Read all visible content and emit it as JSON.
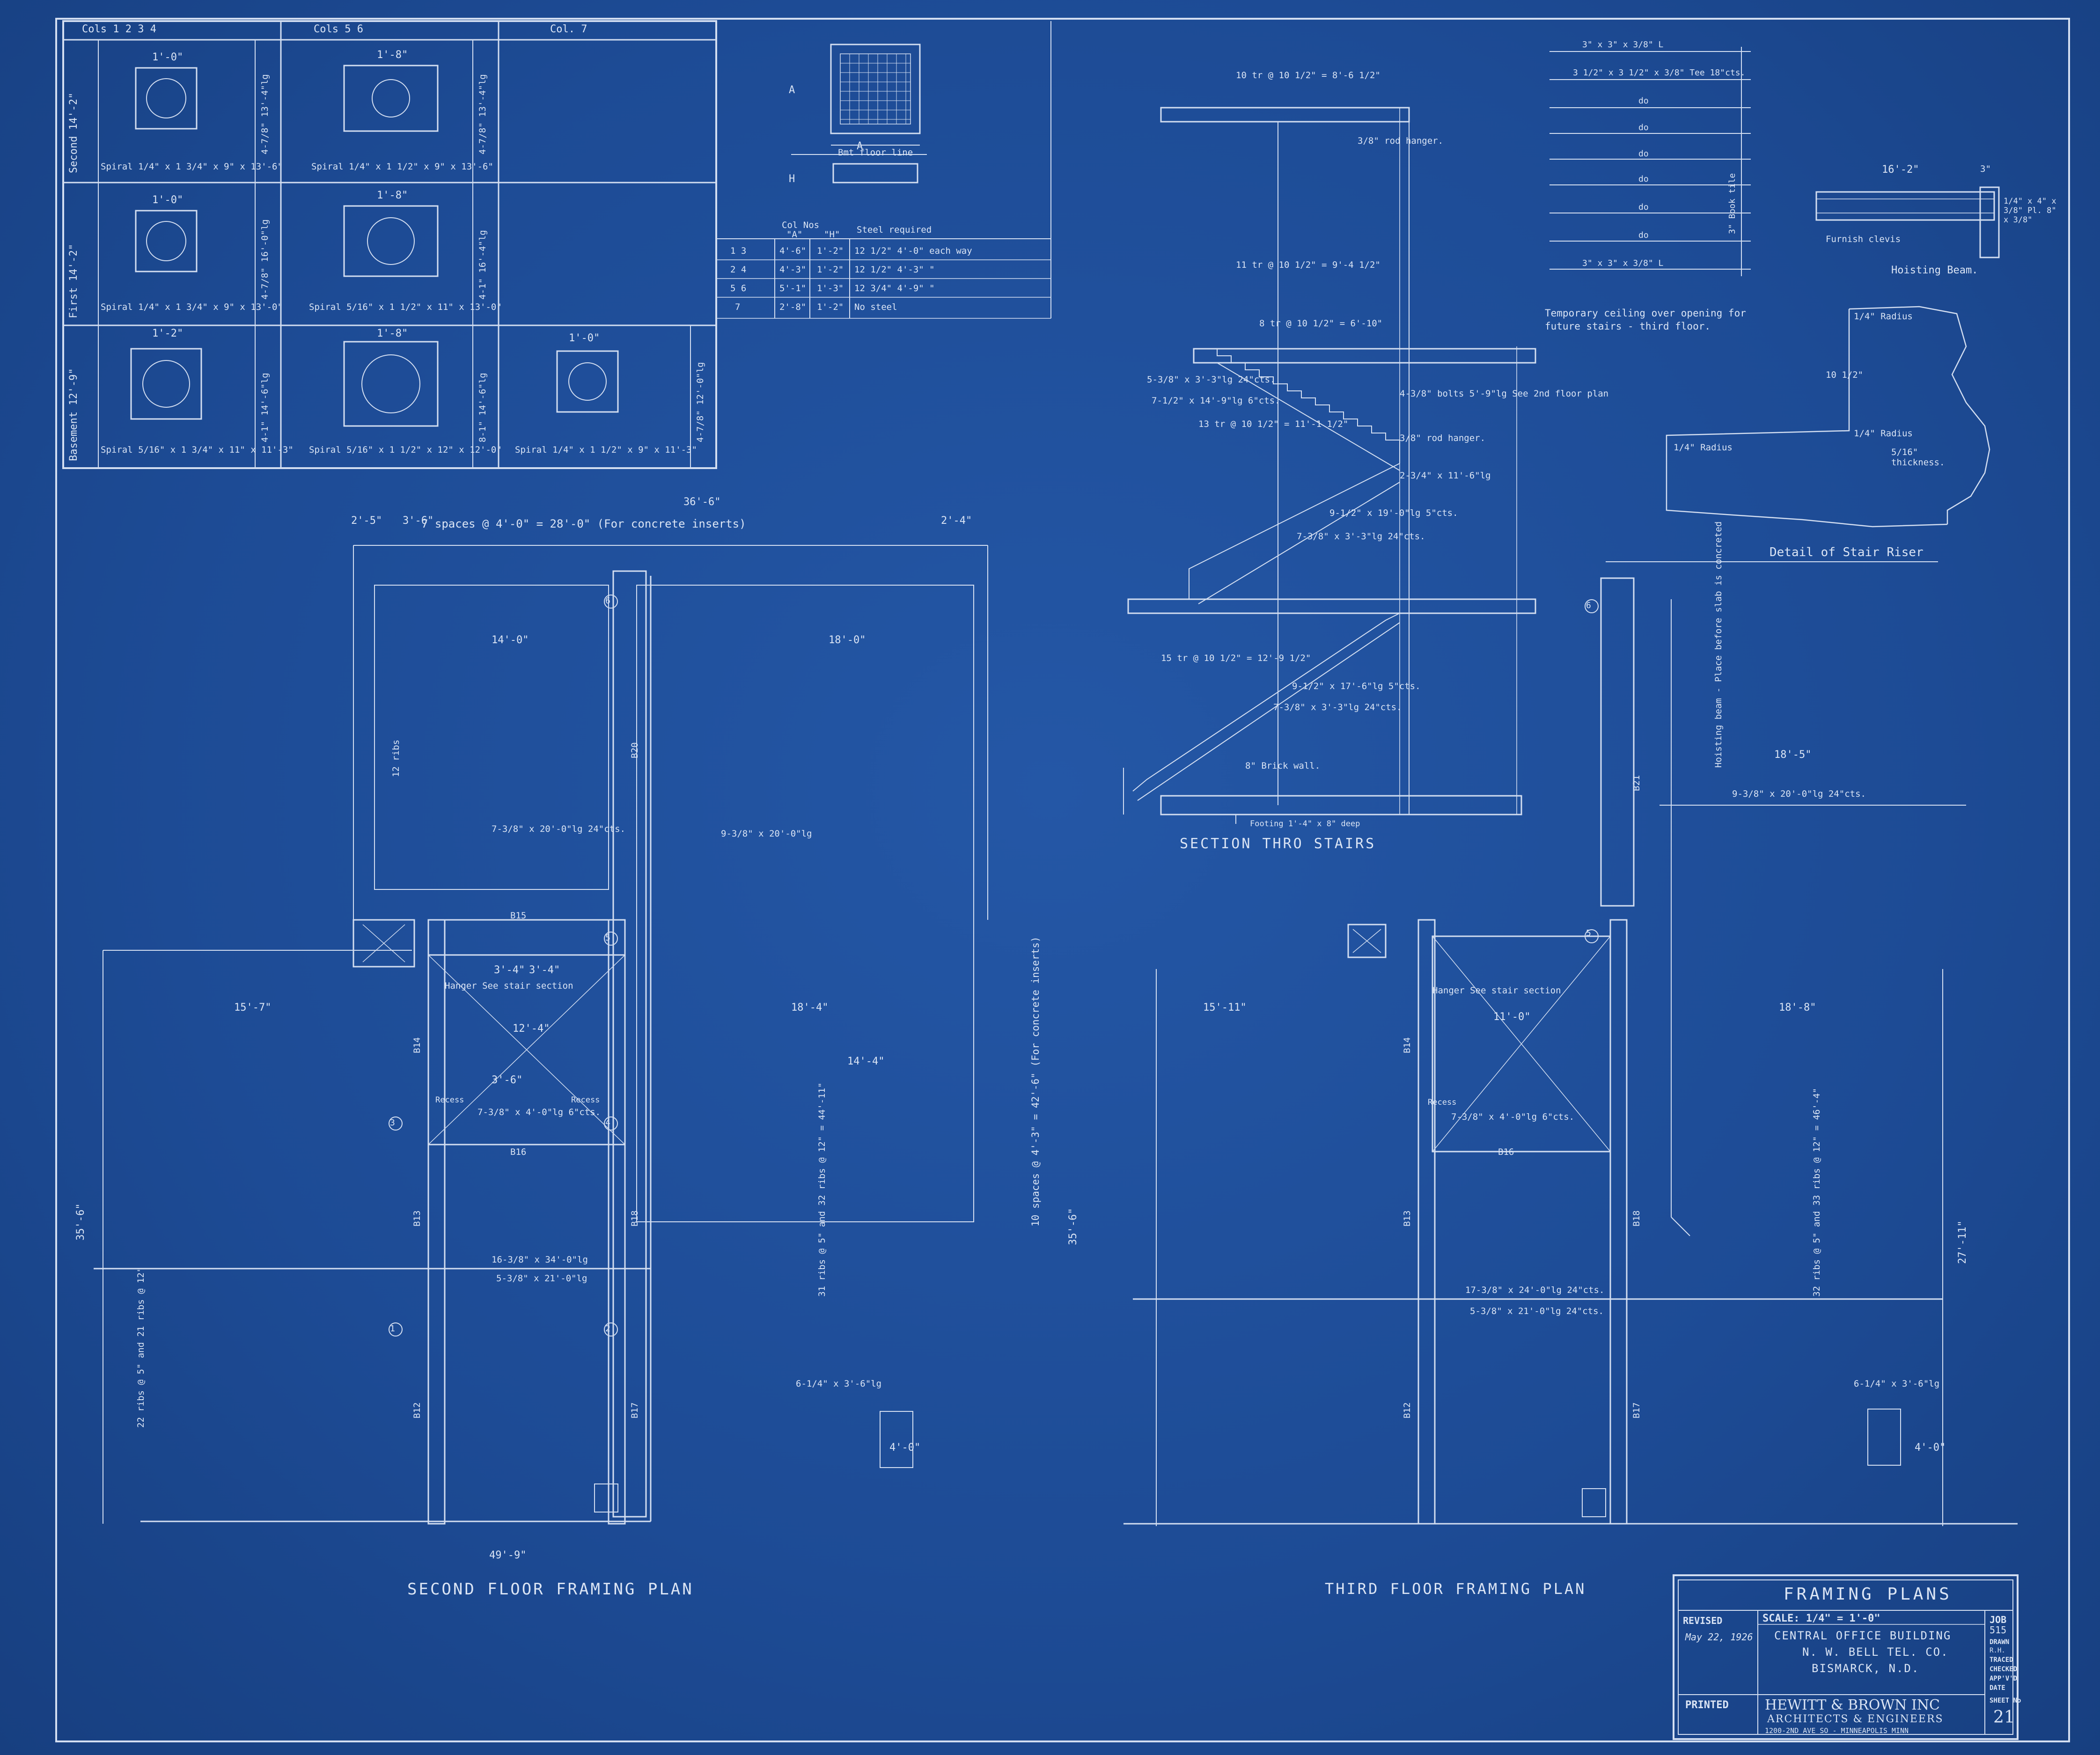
{
  "column_schedule": {
    "headers": [
      "Cols 1 2 3 4",
      "Cols 5 6",
      "Col. 7"
    ],
    "rows": [
      {
        "floor": "Second 14'-2\"",
        "c1_size": "1'-0\"",
        "c1_spiral": "Spiral 1/4\" x 1 3/4\" x 9\" x 13'-6\"",
        "c1_bars": "4-7/8\" 13'-4\"lg",
        "c2_size": "1'-8\"",
        "c2_spiral": "Spiral 1/4\" x 1 1/2\" x 9\" x 13'-6\"",
        "c2_bars": "4-7/8\" 13'-4\"lg"
      },
      {
        "floor": "First 14'-2\"",
        "c1_size": "1'-0\"",
        "c1_spiral": "Spiral 1/4\" x 1 3/4\" x 9\" x 13'-0\"",
        "c1_bars": "4-7/8\" 16'-0\"lg",
        "c2_size": "1'-8\"",
        "c2_spiral": "Spiral 5/16\" x 1 1/2\" x 11\" x 13'-0\"",
        "c2_bars": "4-1\" 16'-4\"lg"
      },
      {
        "floor": "Basement 12'-9\"",
        "c1_size": "1'-2\"",
        "c1_spiral": "Spiral 5/16\" x 1 3/4\" x 11\" x 11'-3\"",
        "c1_bars": "4-1\" 14'-6\"lg",
        "c2_size": "1'-8\"",
        "c2_spiral": "Spiral 5/16\" x 1 1/2\" x 12\" x 12'-0\"",
        "c2_bars": "8-1\" 14'-6\"lg",
        "c3_size": "1'-0\"",
        "c3_spiral": "Spiral 1/4\" x 1 1/2\" x 9\" x 11'-3\"",
        "c3_bars": "4-7/8\" 12'-0\"lg"
      }
    ]
  },
  "footing_table": {
    "detail_label": "Bmt floor line",
    "dim_a": "A",
    "dim_h": "H",
    "headers": [
      "Col Nos",
      "\"A\"",
      "\"H\"",
      "Steel required"
    ],
    "rows": [
      [
        "1 3",
        "4'-6\"",
        "1'-2\"",
        "12 1/2\" 4'-0\" each way"
      ],
      [
        "2 4",
        "4'-3\"",
        "1'-2\"",
        "12 1/2\" 4'-3\" \""
      ],
      [
        "5 6",
        "5'-1\"",
        "1'-3\"",
        "12 3/4\" 4'-9\" \""
      ],
      [
        "7",
        "2'-8\"",
        "1'-2\"",
        "No steel"
      ]
    ]
  },
  "stair_section": {
    "title": "SECTION THRO STAIRS",
    "notes": [
      "10 tr @ 10 1/2\" = 8'-6 1/2\"",
      "3/8\" rod hanger.",
      "11 tr @ 10 1/2\" = 9'-4 1/2\"",
      "8 tr @ 10 1/2\" = 6'-10\"",
      "5-3/8\" x 3'-3\"lg 24\"cts.",
      "7-1/2\" x 14'-9\"lg 6\"cts.",
      "13 tr @ 10 1/2\" = 11'-1 1/2\"",
      "4-3/8\" bolts 5'-9\"lg See 2nd floor plan",
      "3/8\" rod hanger.",
      "2-3/4\" x 11'-6\"lg",
      "9-1/2\" x 19'-0\"lg 5\"cts.",
      "7-3/8\" x 3'-3\"lg 24\"cts.",
      "15 tr @ 10 1/2\" = 12'-9 1/2\"",
      "9-1/2\" x 17'-6\"lg 5\"cts.",
      "7-3/8\" x 3'-3\"lg 24\"cts.",
      "8\" Brick wall.",
      "Footing 1'-4\" x 8\" deep"
    ]
  },
  "tee_schedule": {
    "rows": [
      "3\" x 3\" x 3/8\" L",
      "3 1/2\" x 3 1/2\" x 3/8\" Tee 18\"cts.",
      "do",
      "do",
      "do",
      "do",
      "do",
      "do",
      "3\" x 3\" x 3/8\" L"
    ],
    "side_label": "3\" Book tile",
    "note": "Temporary ceiling over opening for future stairs - third floor."
  },
  "hoisting_beam": {
    "title": "Hoisting Beam.",
    "span": "16'-2\"",
    "notes": [
      "Furnish clevis",
      "3\"",
      "1/4\" x 4\" x 3/8\" Pl. 8\" x 3/8\""
    ]
  },
  "stair_riser": {
    "title": "Detail of Stair Riser",
    "notes": [
      "1/4\" Radius",
      "10 1/2\"",
      "1/4\" Radius",
      "1/4\" Radius",
      "5/16\" thickness."
    ]
  },
  "second_floor_plan": {
    "title": "SECOND FLOOR FRAMING PLAN",
    "overall_width": "36'-6\"",
    "spaces_note": "7 spaces @ 4'-0\" = 28'-0\" (For concrete inserts)",
    "bottom_dim": "49'-9\"",
    "left_dim": "35'-6\"",
    "dims": [
      "2'-5\"",
      "3'-6\"",
      "2'-4\"",
      "14'-0\"",
      "18'-0\"",
      "15'-7\"",
      "18'-4\"",
      "14'-4\"",
      "12'-4\"",
      "3'-6\"",
      "3'-4\"",
      "3'-4\"",
      "4'-0\""
    ],
    "notes": [
      "Hanger See stair section",
      "7-3/8\" x 4'-0\"lg 6\"cts.",
      "7-3/8\" x 20'-0\"lg 24\"cts.",
      "9-3/8\" x 20'-0\"lg",
      "16-3/8\" x 34'-0\"lg",
      "5-3/8\" x 21'-0\"lg",
      "12 ribs",
      "22 ribs @ 5\" and 21 ribs @ 12\"",
      "31 ribs @ 5\" and 32 ribs @ 12\" = 44'-11\"",
      "10 spaces @ 4'-3\" = 42'-6\" (For concrete inserts)",
      "6-1/4\" x 3'-6\"lg",
      "Recess",
      "B15",
      "B16",
      "B12",
      "B13",
      "B14",
      "B17",
      "B18",
      "B20"
    ],
    "columns": [
      "1",
      "2",
      "3",
      "4",
      "5",
      "6"
    ]
  },
  "third_floor_plan": {
    "title": "THIRD FLOOR FRAMING PLAN",
    "dims": [
      "15'-11\"",
      "11'-0\"",
      "18'-5\"",
      "18'-8\"",
      "35'-6\"",
      "27'-11\"",
      "4'-0\""
    ],
    "notes": [
      "Hanger See stair section",
      "7-3/8\" x 4'-0\"lg 6\"cts.",
      "9-3/8\" x 20'-0\"lg 24\"cts.",
      "17-3/8\" x 24'-0\"lg 24\"cts.",
      "5-3/8\" x 21'-0\"lg 24\"cts.",
      "Hoisting beam - Place before slab is concreted",
      "32 ribs @ 5\" and 33 ribs @ 12\" = 46'-4\"",
      "6-1/4\" x 3'-6\"lg",
      "Recess",
      "B16",
      "B12",
      "B13",
      "B14",
      "B17",
      "B18",
      "B21"
    ],
    "columns": [
      "5",
      "6"
    ]
  },
  "title_block": {
    "title": "FRAMING PLANS",
    "revised_label": "REVISED",
    "revised_date": "May 22, 1926",
    "scale": "SCALE: 1/4\" = 1'-0\"",
    "project_lines": [
      "CENTRAL OFFICE BUILDING",
      "N. W. BELL TEL. CO.",
      "BISMARCK, N.D."
    ],
    "firm": "HEWITT & BROWN INC",
    "firm_sub": "ARCHITECTS & ENGINEERS",
    "firm_addr": "1200-2ND AVE SO - MINNEAPOLIS MINN",
    "printed_label": "PRINTED",
    "job_label": "JOB",
    "job": "515",
    "drawn_label": "DRAWN",
    "drawn": "R.H.",
    "traced_label": "TRACED",
    "checked_label": "CHECKED",
    "approved_label": "APP'V'D",
    "date_label": "DATE",
    "sheet_label": "SHEET No",
    "sheet": "21"
  },
  "colors": {
    "paper": "#1f4f9a",
    "line": "#d8e2f3"
  }
}
